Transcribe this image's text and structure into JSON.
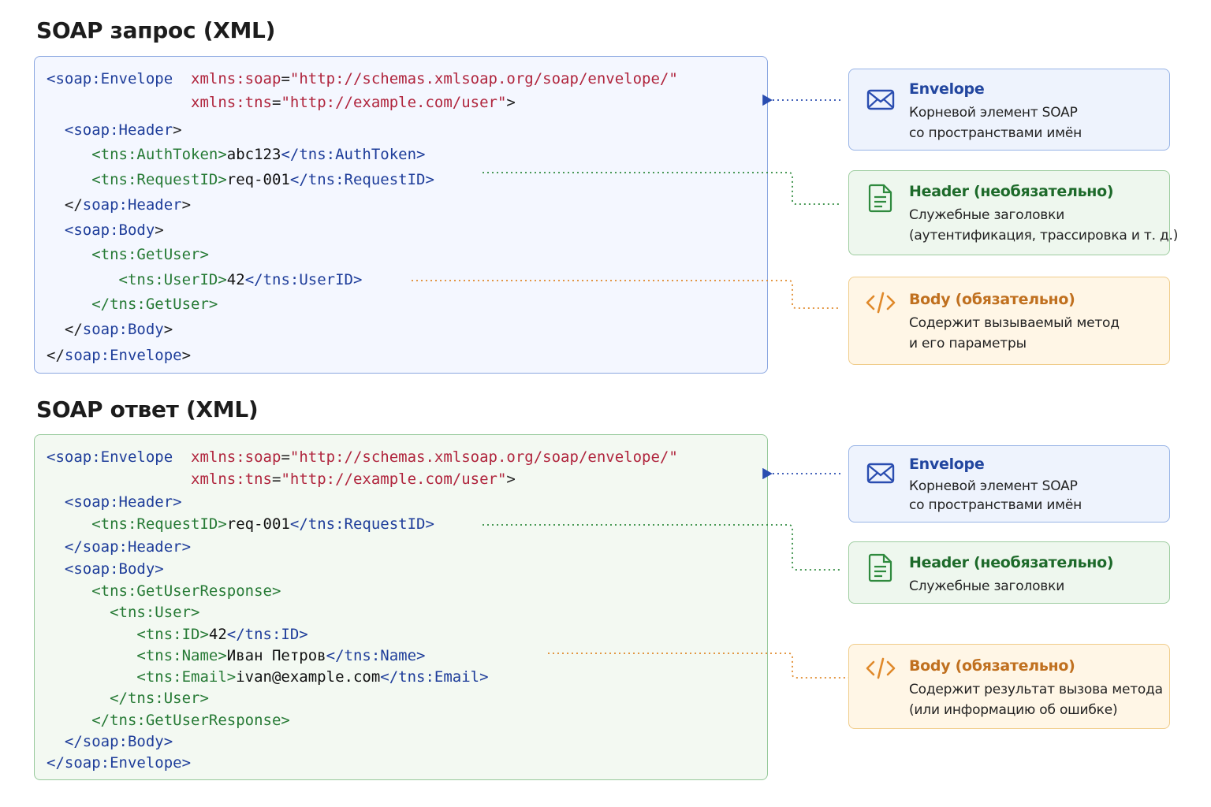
{
  "request": {
    "title": "SOAP запрос (XML)",
    "lines": [
      [
        [
          "t-blue",
          "<soap:Envelope"
        ],
        [
          "t-blk",
          "  "
        ],
        [
          "t-attr",
          "xmlns:soap"
        ],
        [
          "t-blk",
          "="
        ],
        [
          "t-str",
          "\"http://schemas.xmlsoap.org/soap/envelope/\""
        ]
      ],
      [
        [
          "t-blk",
          "                "
        ],
        [
          "t-attr",
          "xmlns:tns"
        ],
        [
          "t-blk",
          "="
        ],
        [
          "t-str",
          "\"http://example.com/user\""
        ],
        [
          "t-blk",
          ">"
        ]
      ],
      [
        [
          "t-blk",
          "  "
        ],
        [
          "t-blue",
          "<soap:Header"
        ],
        [
          "t-blk",
          ">"
        ]
      ],
      [
        [
          "t-blk",
          "     "
        ],
        [
          "t-green",
          "<tns:AuthToken>"
        ],
        [
          "t-txt",
          "abc123"
        ],
        [
          "t-blue",
          "</tns:AuthToken>"
        ]
      ],
      [
        [
          "t-blk",
          "     "
        ],
        [
          "t-green",
          "<tns:RequestID>"
        ],
        [
          "t-txt",
          "req-001"
        ],
        [
          "t-blue",
          "</tns:RequestID>"
        ]
      ],
      [
        [
          "t-blk",
          "  "
        ],
        [
          "t-blk",
          "</"
        ],
        [
          "t-blue",
          "soap:Header"
        ],
        [
          "t-blk",
          ">"
        ]
      ],
      [
        [
          "t-blk",
          "  "
        ],
        [
          "t-blue",
          "<soap:Body"
        ],
        [
          "t-blk",
          ">"
        ]
      ],
      [
        [
          "t-blk",
          "     "
        ],
        [
          "t-green",
          "<tns:GetUser>"
        ]
      ],
      [
        [
          "t-blk",
          "        "
        ],
        [
          "t-green",
          "<tns:UserID>"
        ],
        [
          "t-txt",
          "42"
        ],
        [
          "t-blue",
          "</tns:UserID>"
        ]
      ],
      [
        [
          "t-blk",
          "     "
        ],
        [
          "t-green",
          "</tns:GetUser>"
        ]
      ],
      [
        [
          "t-blk",
          "  "
        ],
        [
          "t-blk",
          "</"
        ],
        [
          "t-blue",
          "soap:Body"
        ],
        [
          "t-blk",
          ">"
        ]
      ],
      [
        [
          "t-blk",
          "</"
        ],
        [
          "t-blue",
          "soap:Envelope"
        ],
        [
          "t-blk",
          ">"
        ]
      ]
    ],
    "callouts": [
      {
        "title": "Envelope",
        "lines": [
          "Корневой элемент SOAP",
          "со пространствами имён"
        ],
        "icon": "envelope-icon"
      },
      {
        "title": "Header (необязательно)",
        "lines": [
          "Служебные заголовки",
          "(аутентификация, трассировка и т. д.)"
        ],
        "icon": "document-icon"
      },
      {
        "title": "Body (обязательно)",
        "lines": [
          "Содержит вызываемый метод",
          "и его параметры"
        ],
        "icon": "code-icon"
      }
    ]
  },
  "response": {
    "title": "SOAP ответ (XML)",
    "lines": [
      [
        [
          "t-blue",
          "<soap:Envelope"
        ],
        [
          "t-blk",
          "  "
        ],
        [
          "t-attr",
          "xmlns:soap"
        ],
        [
          "t-blk",
          "="
        ],
        [
          "t-str",
          "\"http://schemas.xmlsoap.org/soap/envelope/\""
        ]
      ],
      [
        [
          "t-blk",
          "                "
        ],
        [
          "t-attr",
          "xmlns:tns"
        ],
        [
          "t-blk",
          "="
        ],
        [
          "t-str",
          "\"http://example.com/user\""
        ],
        [
          "t-blk",
          ">"
        ]
      ],
      [
        [
          "t-blk",
          "  "
        ],
        [
          "t-blue",
          "<soap:Header>"
        ]
      ],
      [
        [
          "t-blk",
          "     "
        ],
        [
          "t-green",
          "<tns:RequestID>"
        ],
        [
          "t-txt",
          "req-001"
        ],
        [
          "t-blue",
          "</tns:RequestID>"
        ]
      ],
      [
        [
          "t-blk",
          "  "
        ],
        [
          "t-blue",
          "</soap:Header>"
        ]
      ],
      [
        [
          "t-blk",
          "  "
        ],
        [
          "t-blue",
          "<soap:Body>"
        ]
      ],
      [
        [
          "t-blk",
          "     "
        ],
        [
          "t-green",
          "<tns:GetUserResponse>"
        ]
      ],
      [
        [
          "t-blk",
          "       "
        ],
        [
          "t-green",
          "<tns:User>"
        ]
      ],
      [
        [
          "t-blk",
          "          "
        ],
        [
          "t-green",
          "<tns:ID>"
        ],
        [
          "t-txt",
          "42"
        ],
        [
          "t-blue",
          "</tns:ID>"
        ]
      ],
      [
        [
          "t-blk",
          "          "
        ],
        [
          "t-green",
          "<tns:Name>"
        ],
        [
          "t-txt",
          "Иван Петров"
        ],
        [
          "t-blue",
          "</tns:Name>"
        ]
      ],
      [
        [
          "t-blk",
          "          "
        ],
        [
          "t-green",
          "<tns:Email>"
        ],
        [
          "t-txt",
          "ivan@example.com"
        ],
        [
          "t-blue",
          "</tns:Email>"
        ]
      ],
      [
        [
          "t-blk",
          "       "
        ],
        [
          "t-green",
          "</tns:User>"
        ]
      ],
      [
        [
          "t-blk",
          "     "
        ],
        [
          "t-green",
          "</tns:GetUserResponse>"
        ]
      ],
      [
        [
          "t-blk",
          "  "
        ],
        [
          "t-blue",
          "</soap:Body>"
        ]
      ],
      [
        [
          "t-blue",
          "</soap:Envelope>"
        ]
      ]
    ],
    "callouts": [
      {
        "title": "Envelope",
        "lines": [
          "Корневой элемент SOAP",
          "со пространствами имён"
        ],
        "icon": "envelope-icon"
      },
      {
        "title": "Header (необязательно)",
        "lines": [
          "Служебные заголовки"
        ],
        "icon": "document-icon"
      },
      {
        "title": "Body (обязательно)",
        "lines": [
          "Содержит результат вызова метода",
          "(или информацию об ошибке)"
        ],
        "icon": "code-icon"
      }
    ]
  },
  "colors": {
    "envelope": "#2a4db0",
    "header": "#2f8a3e",
    "body": "#e0892a"
  }
}
